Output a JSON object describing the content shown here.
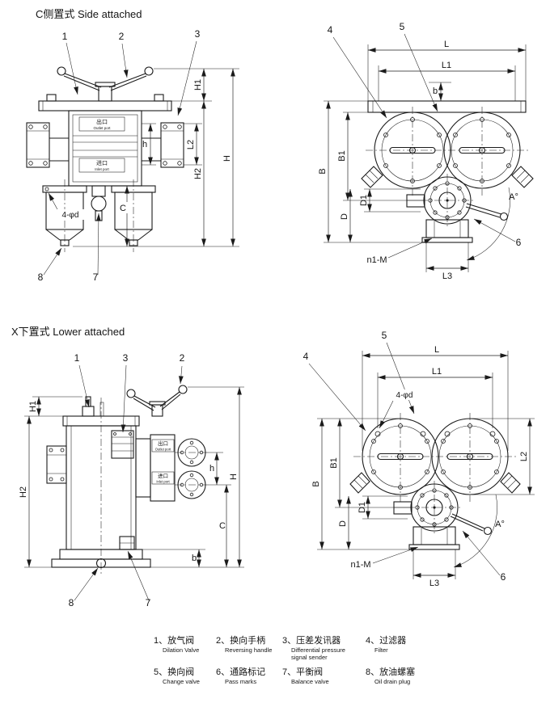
{
  "page": {
    "title_s1": "C侧置式 Side attached",
    "title_s2": "X下置式 Lower attached"
  },
  "s1_front": {
    "c1": "1",
    "c2": "2",
    "c3": "3",
    "c7": "7",
    "c8": "8",
    "H1": "H1",
    "H2": "H2",
    "H": "H",
    "h": "h",
    "L2": "L2",
    "C": "C",
    "holes": "4-φd",
    "outlet_cn": "出口",
    "outlet_en": "Outlet port",
    "inlet_cn": "进口",
    "inlet_en": "Inlet port"
  },
  "s1_top": {
    "c4": "4",
    "c5": "5",
    "c6": "6",
    "L": "L",
    "L1": "L1",
    "b": "b",
    "B1": "B1",
    "B": "B",
    "D1": "D1",
    "D": "D",
    "A": "A°",
    "n1M": "n1-M",
    "L3": "L3"
  },
  "s2_front": {
    "c1": "1",
    "c2": "2",
    "c3": "3",
    "c7": "7",
    "c8": "8",
    "H1": "H1",
    "H2": "H2",
    "H": "H",
    "h": "h",
    "C": "C",
    "b": "b",
    "outlet_cn": "出口",
    "outlet_en": "Outlet port",
    "inlet_cn": "进口",
    "inlet_en": "Inlet port"
  },
  "s2_top": {
    "c4": "4",
    "c5": "5",
    "c6": "6",
    "L": "L",
    "L1": "L1",
    "holes": "4-φd",
    "L2": "L2",
    "B1": "B1",
    "B": "B",
    "D1": "D1",
    "D": "D",
    "A": "A°",
    "n1M": "n1-M",
    "L3": "L3"
  },
  "legend": {
    "items": [
      {
        "no": "1、",
        "cn": "放气阀",
        "en1": "Dilation Valve",
        "en2": ""
      },
      {
        "no": "2、",
        "cn": "换向手柄",
        "en1": "Reversing handle",
        "en2": ""
      },
      {
        "no": "3、",
        "cn": "压差发讯器",
        "en1": "Differential pressure",
        "en2": "signal sender"
      },
      {
        "no": "4、",
        "cn": "过滤器",
        "en1": "Filter",
        "en2": ""
      },
      {
        "no": "5、",
        "cn": "换向阀",
        "en1": "Change valve",
        "en2": ""
      },
      {
        "no": "6、",
        "cn": "通路标记",
        "en1": "Pass marks",
        "en2": ""
      },
      {
        "no": "7、",
        "cn": "平衡阀",
        "en1": "Balance valve",
        "en2": ""
      },
      {
        "no": "8、",
        "cn": "放油螺塞",
        "en1": "Oil drain plug",
        "en2": ""
      }
    ]
  }
}
